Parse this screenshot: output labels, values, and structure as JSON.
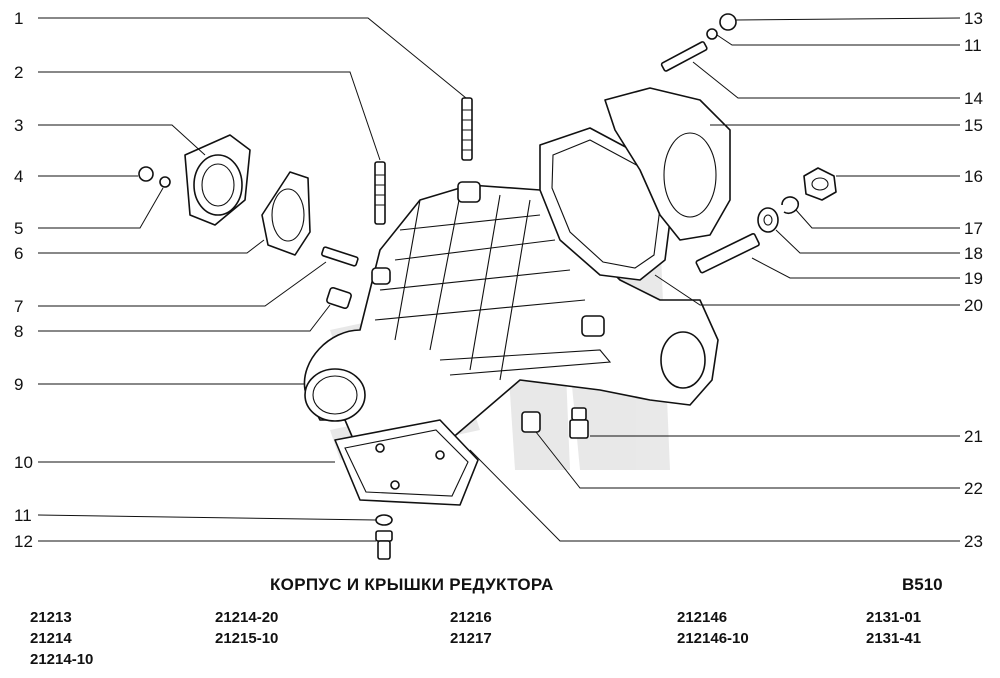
{
  "title": "КОРПУС И КРЫШКИ РЕДУКТОРА",
  "code": "B510",
  "callouts": {
    "c1": "1",
    "c2": "2",
    "c3": "3",
    "c4": "4",
    "c5": "5",
    "c6": "6",
    "c7": "7",
    "c8": "8",
    "c9": "9",
    "c10": "10",
    "c11a": "11",
    "c12": "12",
    "c13": "13",
    "c11b": "11",
    "c14": "14",
    "c15": "15",
    "c16": "16",
    "c17": "17",
    "c18": "18",
    "c19": "19",
    "c20": "20",
    "c21": "21",
    "c22": "22",
    "c23": "23"
  },
  "models": {
    "col1": [
      "21213",
      "21214",
      "21214-10"
    ],
    "col2": [
      "21214-20",
      "21215-10"
    ],
    "col3": [
      "21216",
      "21217"
    ],
    "col4": [
      "212146",
      "212146-10"
    ],
    "col5": [
      "2131-01",
      "2131-41"
    ]
  }
}
